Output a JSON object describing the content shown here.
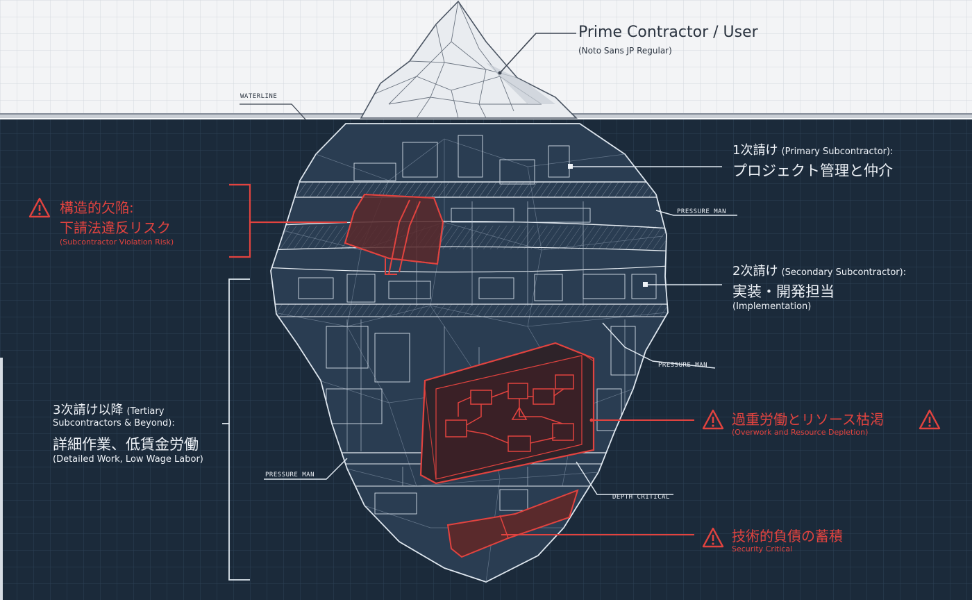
{
  "colors": {
    "sky": "#f2f3f5",
    "sea": "#1b2a3a",
    "grid_light": "#d7dbe0",
    "grid_dark": "#2c3e52",
    "line_white": "#e8eef5",
    "accent_red": "#e2433f"
  },
  "labels": {
    "prime_title": "Prime Contractor / User",
    "prime_sub": "(Noto Sans JP Regular)",
    "waterline": "WATERLINE",
    "primary_title": "1次請け",
    "primary_en": "(Primary Subcontractor):",
    "primary_jp": "プロジェクト管理と仲介",
    "secondary_title": "2次請け",
    "secondary_en": "(Secondary Subcontractor):",
    "secondary_jp": "実装・開発担当",
    "secondary_sub": "(Implementation)",
    "tertiary_title": "3次請け以降",
    "tertiary_en1": "(Tertiary",
    "tertiary_en2": "Subcontractors & Beyond):",
    "tertiary_jp": "詳細作業、低賃金労働",
    "tertiary_sub": "(Detailed Work, Low Wage Labor)",
    "pressure_1": "PRESSURE MAN",
    "pressure_2": "PRESSURE MAN",
    "pressure_3": "PRESSURE MAN",
    "depth": "DEPTH CRITICAL",
    "risk_jp1": "構造的欠陥:",
    "risk_jp2": "下請法違反リスク",
    "risk_en": "(Subcontractor Violation Risk)",
    "overwork_jp": "過重労働とリソース枯渇",
    "overwork_en": "(Overwork and Resource Depletion)",
    "tech_jp": "技術的負債の蓄積",
    "tech_en": "Security Critical"
  },
  "icons": {
    "warning": "warning-triangle-icon"
  }
}
